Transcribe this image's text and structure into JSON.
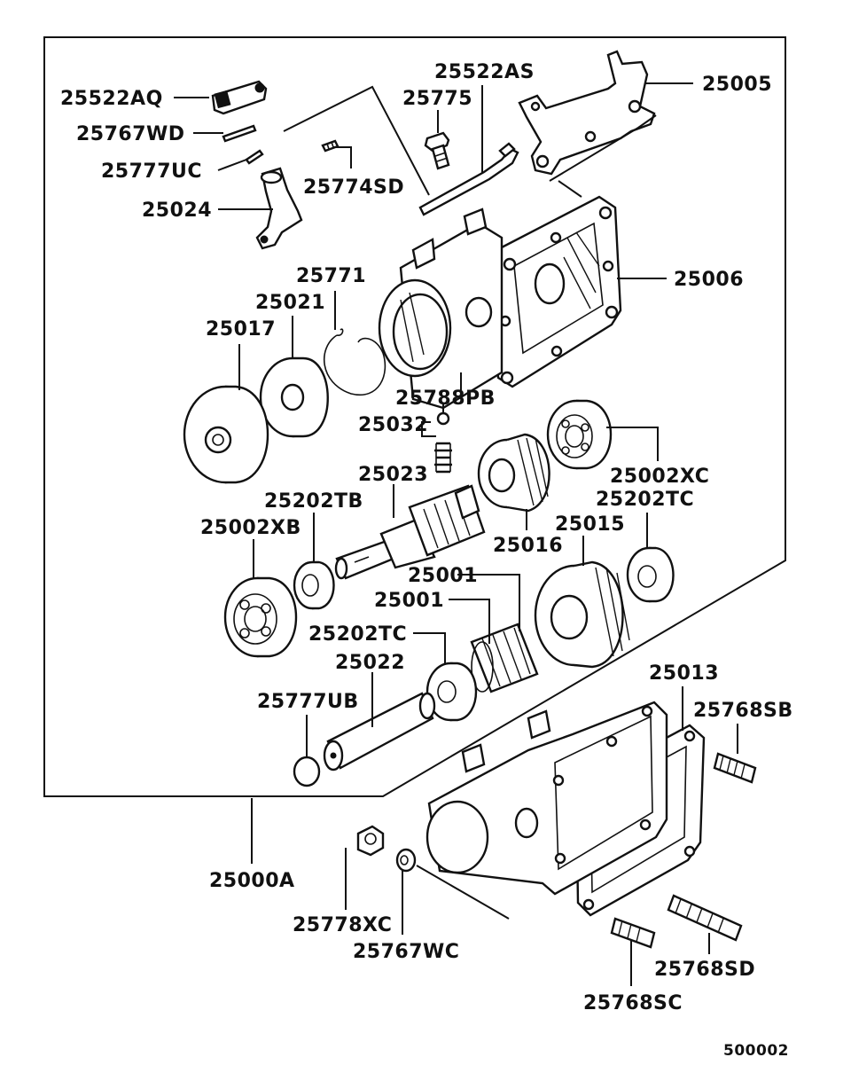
{
  "diagram": {
    "labels": {
      "p25522AQ": "25522AQ",
      "p25767WD": "25767WD",
      "p25777UC": "25777UC",
      "p25024": "25024",
      "p25774SD": "25774SD",
      "p25775": "25775",
      "p25522AS": "25522AS",
      "p25005": "25005",
      "p25006": "25006",
      "p25771": "25771",
      "p25021": "25021",
      "p25017": "25017",
      "p25788PB": "25788PB",
      "p25032": "25032",
      "p25023": "25023",
      "p25002XC": "25002XC",
      "p25202TC_a": "25202TC",
      "p25202TB": "25202TB",
      "p25002XB": "25002XB",
      "p25016": "25016",
      "p25015": "25015",
      "p25001_a": "25001",
      "p25001_b": "25001",
      "p25202TC_b": "25202TC",
      "p25022": "25022",
      "p25777UB": "25777UB",
      "p25013": "25013",
      "p25768SB": "25768SB",
      "p25000A": "25000A",
      "p25778XC": "25778XC",
      "p25767WC": "25767WC",
      "p25768SD": "25768SD",
      "p25768SC": "25768SC"
    },
    "figure_id": "500002"
  }
}
